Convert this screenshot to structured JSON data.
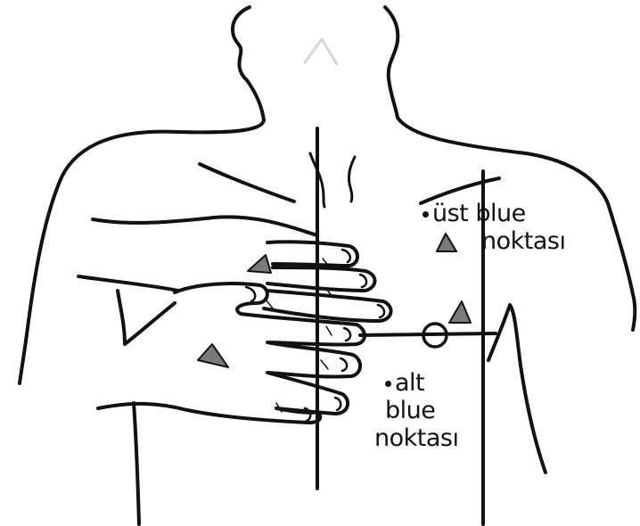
{
  "labels": {
    "upper": {
      "line1": "üst blue",
      "line2": "noktası"
    },
    "lower": {
      "line1": "alt",
      "line2": "blue",
      "line3": "noktası"
    }
  },
  "colors": {
    "ink": "#111111",
    "marker": "#7a7a7a",
    "faint": "#d6d6d6"
  },
  "markers": [
    "upper-blue-point-marker",
    "lower-blue-point-marker",
    "hand-marker-left",
    "hand-marker-knuckle",
    "chest-marker-right"
  ]
}
